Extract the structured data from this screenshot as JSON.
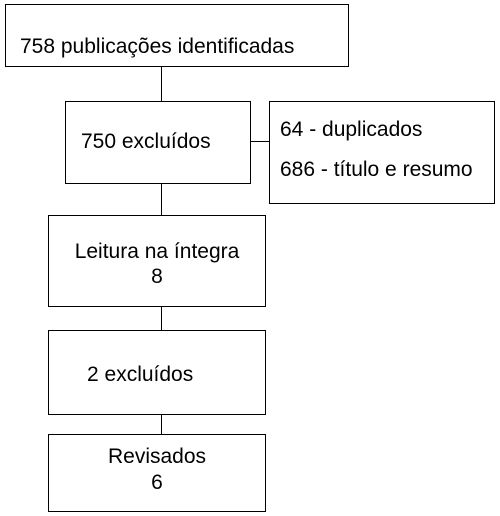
{
  "flowchart": {
    "identified": {
      "text": "758 publicações identificadas"
    },
    "excluded_first": {
      "text": "750 excluídos"
    },
    "exclusion_reasons": {
      "duplicates": "64 -  duplicados",
      "title_abstract": "686 - título e resumo"
    },
    "full_reading": {
      "line1": "Leitura na íntegra",
      "line2": "8"
    },
    "excluded_second": {
      "text": "2 excluídos"
    },
    "reviewed": {
      "line1": "Revisados",
      "line2": "6"
    }
  }
}
